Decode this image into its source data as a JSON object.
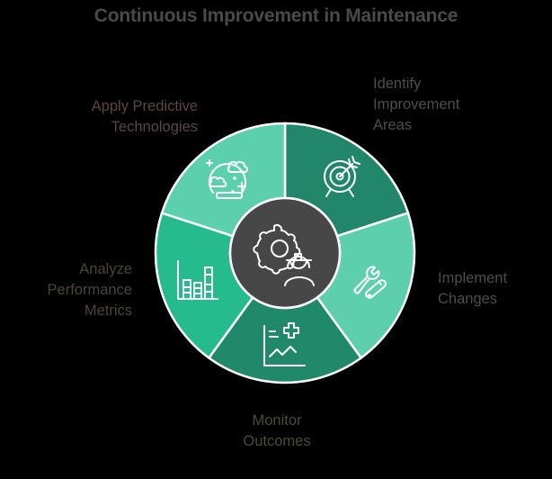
{
  "title": "Continuous Improvement in Maintenance",
  "center": {
    "icon": "gear-and-worker-icon",
    "color": "#474747"
  },
  "segments": [
    {
      "id": "identify",
      "label_lines": [
        "Identify",
        "Improvement",
        "Areas"
      ],
      "icon": "target-arrow-icon",
      "color": "#22876a"
    },
    {
      "id": "implement",
      "label_lines": [
        "Implement",
        "Changes"
      ],
      "icon": "wrench-tools-icon",
      "color": "#5dcfad"
    },
    {
      "id": "monitor",
      "label_lines": [
        "Monitor",
        "Outcomes"
      ],
      "icon": "chart-plus-icon",
      "color": "#20896a"
    },
    {
      "id": "analyze",
      "label_lines": [
        "Analyze",
        "Performance",
        "Metrics"
      ],
      "icon": "bar-chart-icon",
      "color": "#26bb8d"
    },
    {
      "id": "apply",
      "label_lines": [
        "Apply Predictive",
        "Technologies"
      ],
      "icon": "crystal-ball-icon",
      "color": "#5ccfad"
    }
  ],
  "colors": {
    "background": "#000000",
    "divider": "#ffffff",
    "title": "#4a4a4a"
  }
}
